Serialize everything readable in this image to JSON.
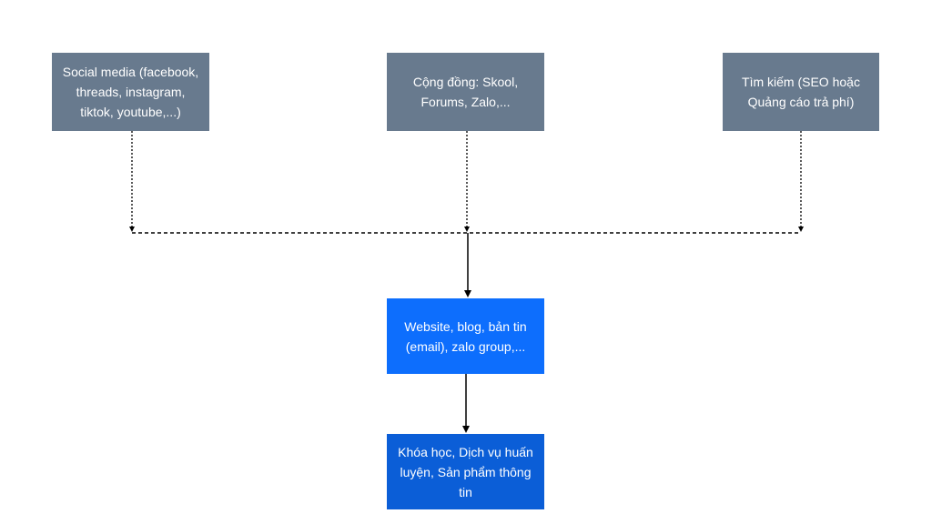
{
  "diagram": {
    "sources": [
      {
        "text": "Social media (facebook, threads, instagram, tiktok, youtube,...)"
      },
      {
        "text": "Cộng đồng: Skool, Forums, Zalo,..."
      },
      {
        "text": "Tìm kiếm (SEO hoặc Quảng cáo trả phí)"
      }
    ],
    "middle": {
      "text": "Website, blog, bản tin (email), zalo group,..."
    },
    "target": {
      "text": "Khóa học, Dịch vụ huấn luyện, Sản phẩm thông tin"
    },
    "colors": {
      "source_box": "#687a8e",
      "middle_box": "#0d6efd",
      "target_box": "#0b5ed7",
      "box_text": "#ffffff",
      "connector": "#000000"
    }
  }
}
